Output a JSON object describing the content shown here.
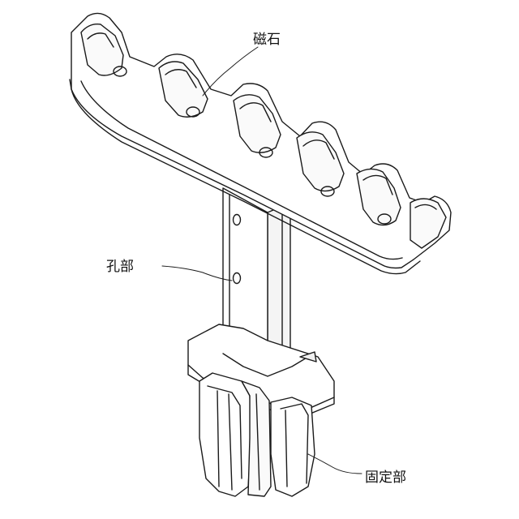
{
  "labels": {
    "magnet": "磁石",
    "hole": "孔部",
    "fixing": "固定部"
  },
  "colors": {
    "line": "#1a1a1a",
    "fill": "#ffffff",
    "shade": "#e6e6e6"
  }
}
